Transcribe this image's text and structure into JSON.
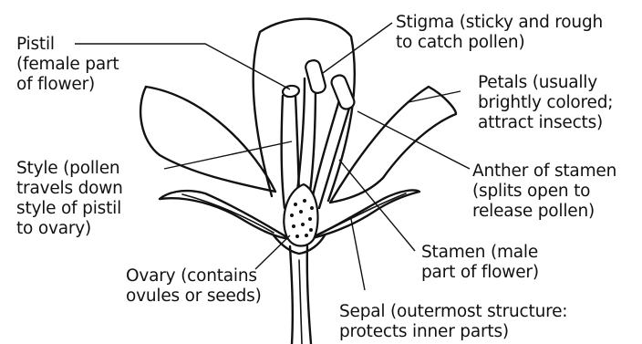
{
  "labels": {
    "pistil": "Pistil\n(female part\nof flower)",
    "stigma": "Stigma (sticky and rough\nto catch pollen)",
    "petals": "Petals (usually\nbrightly colored;\nattract insects)",
    "style": "Style (pollen\ntravels down\nstyle of pistil\nto ovary)",
    "anther": "Anther of stamen\n(splits open to\nrelease pollen)",
    "stamen": "Stamen (male\npart of flower)",
    "ovary": "Ovary (contains\novules or seeds)",
    "sepal": "Sepal (outermost structure:\nprotects inner parts)"
  },
  "colors": {
    "ink": "#111111",
    "background": "#ffffff"
  }
}
